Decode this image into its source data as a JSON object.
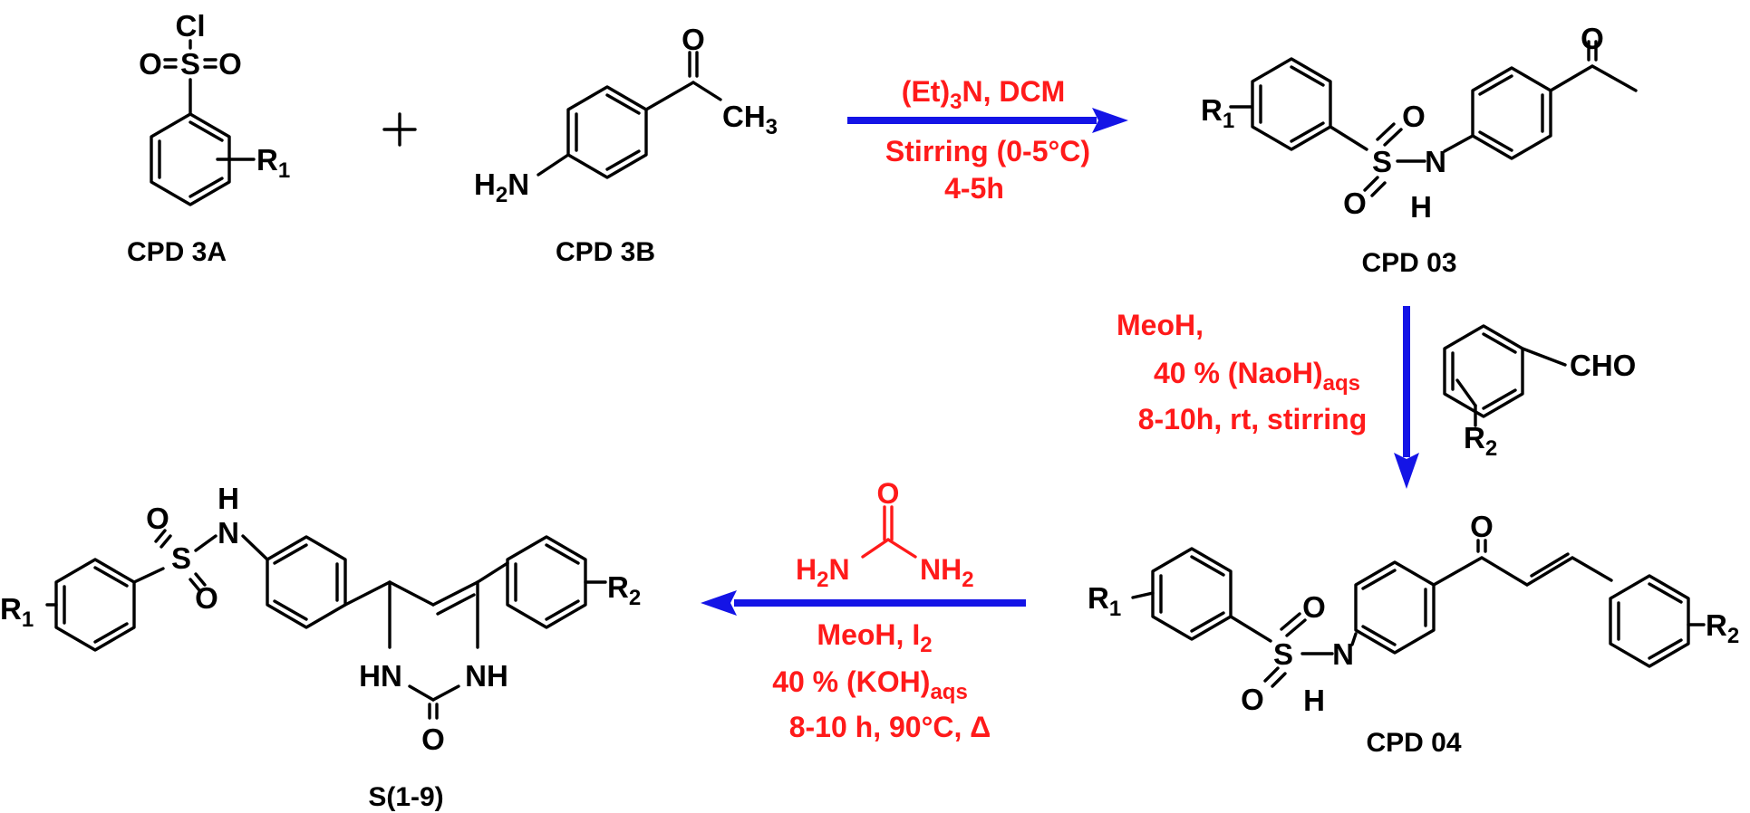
{
  "compounds": {
    "cpd3a": {
      "label": "CPD 3A",
      "atoms": {
        "cl": "Cl",
        "o_left": "O",
        "s": "S",
        "o_right": "O",
        "r": "R",
        "r_sub": "1"
      }
    },
    "plus": "+",
    "cpd3b": {
      "label": "CPD 3B",
      "atoms": {
        "o": "O",
        "ch": "CH",
        "ch_sub": "3",
        "h": "H",
        "h_sub": "2",
        "n": "N"
      }
    },
    "cpd03": {
      "label": "CPD 03",
      "atoms": {
        "r": "R",
        "r_sub": "1",
        "o_top": "O",
        "o_bottom": "O",
        "s": "S",
        "n": "N",
        "h": "H",
        "o_acetyl": "O"
      }
    },
    "cpd04": {
      "label": "CPD 04",
      "atoms": {
        "r1": "R",
        "r1_sub": "1",
        "o_top": "O",
        "o_bottom": "O",
        "s": "S",
        "n": "N",
        "h": "H",
        "o_keto": "O",
        "r2": "R",
        "r2_sub": "2"
      }
    },
    "product": {
      "label": "S(1-9)",
      "atoms": {
        "r1": "R",
        "r1_sub": "1",
        "o_top": "O",
        "o_bottom": "O",
        "s": "S",
        "h_top": "H",
        "n_top": "N",
        "r2": "R",
        "r2_sub": "2",
        "hn_left": "HN",
        "nh_right": "NH",
        "o_urea": "O"
      }
    },
    "benzaldehyde": {
      "atoms": {
        "cho": "CHO",
        "r": "R",
        "r_sub": "2"
      }
    }
  },
  "reactions": {
    "step1": {
      "line1_a": "(Et)",
      "line1_sub": "3",
      "line1_b": "N, DCM",
      "line2": "Stirring (0-5°C)",
      "line3": "4-5h"
    },
    "step2": {
      "line1": "MeoH,",
      "line2_a": "40 % (NaoH)",
      "line2_sub": "aqs",
      "line3": "8-10h, rt, stirring"
    },
    "step3": {
      "urea": {
        "o": "O",
        "h_left": "H",
        "h_left_sub": "2",
        "n_left": "N",
        "n_right": "NH",
        "n_right_sub": "2"
      },
      "line1_a": "MeoH, I",
      "line1_sub": "2",
      "line2_a": "40 % (KOH)",
      "line2_sub": "aqs",
      "line3": "8-10 h, 90°C, Δ"
    }
  },
  "colors": {
    "arrow": "#1414e6",
    "conditions": "#ff1a1a",
    "structure": "#000000"
  }
}
